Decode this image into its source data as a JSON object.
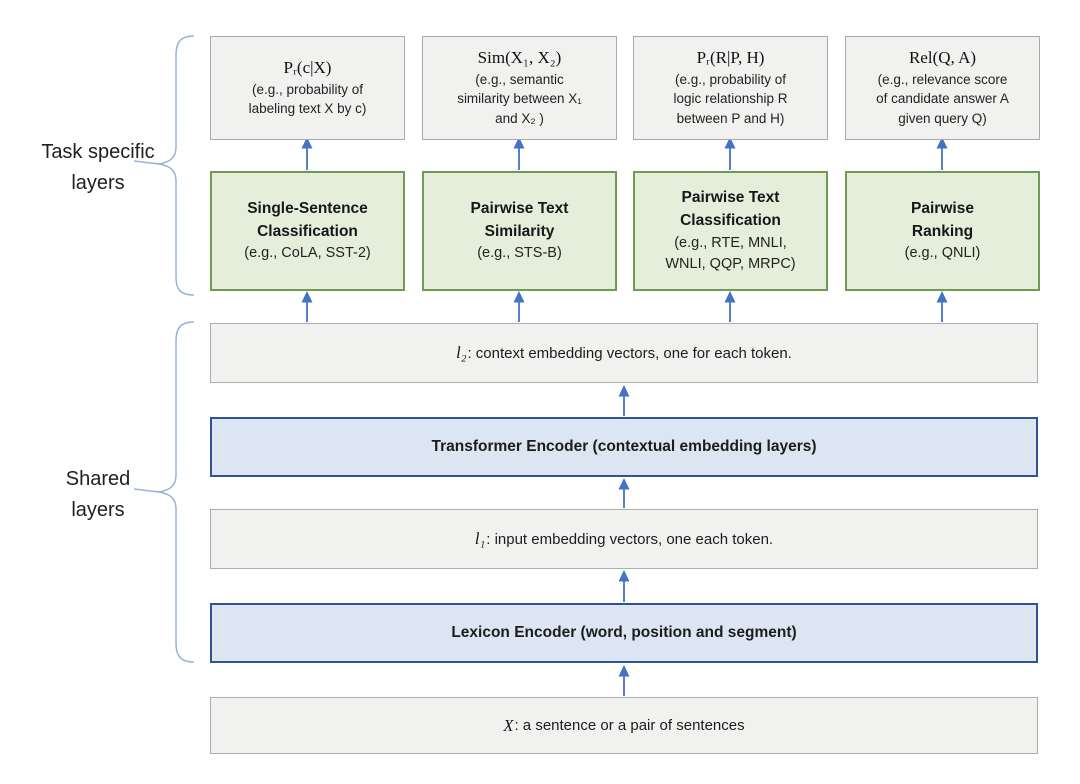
{
  "figure": {
    "title_semantic": "Multi-task deep neural network architecture diagram",
    "left_labels": {
      "task_specific_line1": "Task specific",
      "task_specific_line2": "layers",
      "shared_line1": "Shared",
      "shared_line2": "layers"
    },
    "output_boxes": [
      {
        "formula": "Pᵣ(c|X)",
        "description": "(e.g., probability of\nlabeling text X by c)"
      },
      {
        "formula": "Sim(X₁, X₂)",
        "description": "(e.g., semantic\nsimilarity between X₁\nand X₂ )"
      },
      {
        "formula": "Pᵣ(R|P, H)",
        "description": "(e.g., probability of\nlogic relationship R\nbetween P and H)"
      },
      {
        "formula": "Rel(Q, A)",
        "description": "(e.g., relevance score\nof candidate answer A\ngiven query Q)"
      }
    ],
    "task_boxes": [
      {
        "title": "Single-Sentence\nClassification",
        "examples": "(e.g., CoLA, SST-2)"
      },
      {
        "title": "Pairwise Text\nSimilarity",
        "examples": "(e.g., STS-B)"
      },
      {
        "title": "Pairwise Text\nClassification",
        "examples": "(e.g., RTE, MNLI,\nWNLI, QQP, MRPC)"
      },
      {
        "title": "Pairwise\nRanking",
        "examples": "(e.g., QNLI)"
      }
    ],
    "shared_bars": {
      "l2": {
        "formula": "l₂",
        "text": ": context embedding vectors, one for each token."
      },
      "transformer": {
        "text": "Transformer Encoder (contextual embedding layers)"
      },
      "l1": {
        "formula": "l₁",
        "text": ": input embedding vectors, one each token."
      },
      "lexicon": {
        "text": "Lexicon Encoder (word, position and segment)"
      }
    },
    "input_bar": {
      "formula": "X",
      "text": ": a sentence or a pair of sentences"
    },
    "colors": {
      "arrow": "#4472c4",
      "brace": "#95b3d7",
      "green_fill": "#e4eeda",
      "green_border": "#6f9c50",
      "blue_fill": "#dce6f2",
      "blue_border": "#2f5496",
      "gray_fill": "#f1f1f0",
      "gray_border": "#a9a9a9"
    }
  }
}
